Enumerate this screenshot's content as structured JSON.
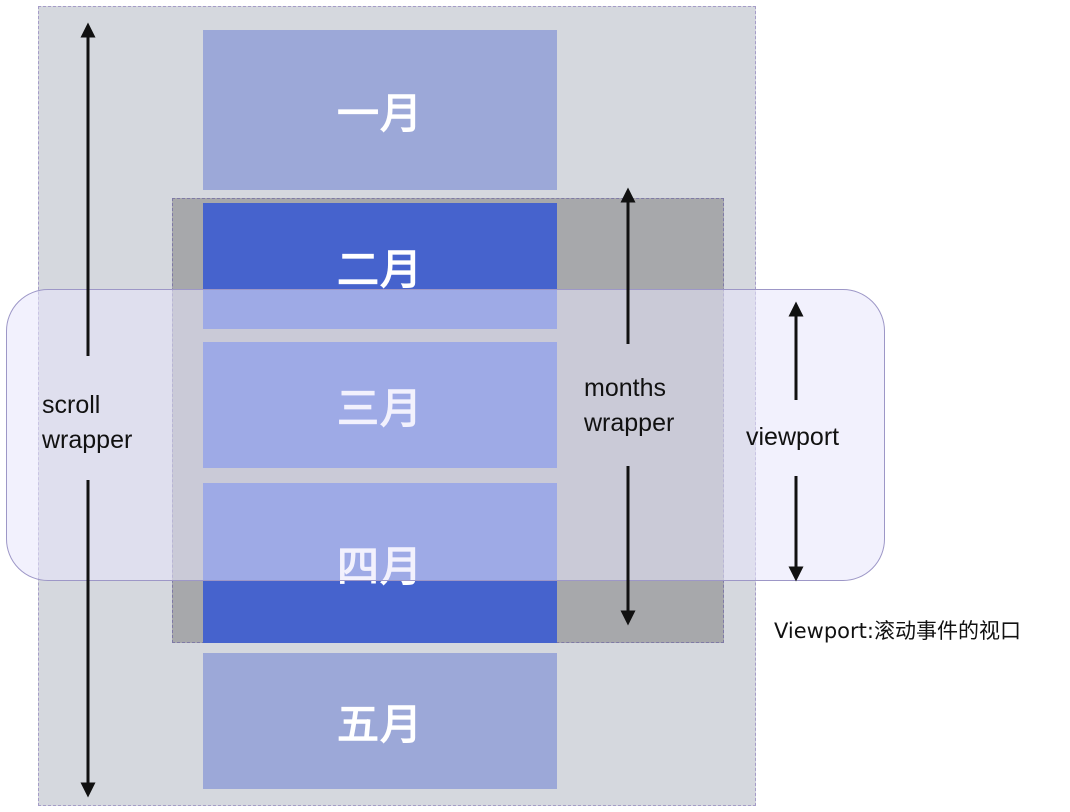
{
  "months": [
    {
      "label": "一月",
      "state": "outside"
    },
    {
      "label": "二月",
      "state": "inside"
    },
    {
      "label": "三月",
      "state": "inside"
    },
    {
      "label": "四月",
      "state": "inside"
    },
    {
      "label": "五月",
      "state": "outside"
    }
  ],
  "labels": {
    "scroll_wrapper": "scroll\nwrapper",
    "months_wrapper": "months\nwrapper",
    "viewport": "viewport"
  },
  "caption": "Viewport:滚动事件的视口",
  "colors": {
    "scroll_wrapper_fill": "#d5d8de",
    "months_wrapper_fill": "#a7a8ab",
    "viewport_fill": "#e7e5fc",
    "month_faded": "#9ca8d8",
    "month_active": "#4663cd"
  }
}
